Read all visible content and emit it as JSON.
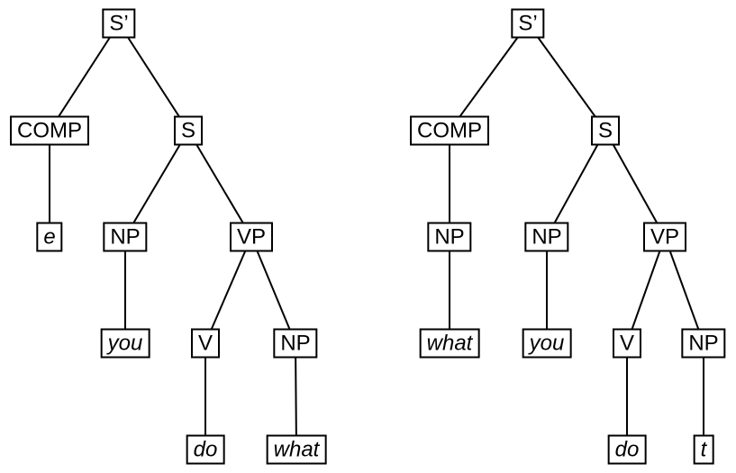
{
  "colors": {
    "background": "#ffffff",
    "stroke": "#000000",
    "text": "#000000"
  },
  "trees": [
    {
      "nodes": [
        {
          "label": "S’",
          "italic": false
        },
        {
          "label": "COMP",
          "italic": false
        },
        {
          "label": "S",
          "italic": false
        },
        {
          "label": "e",
          "italic": true
        },
        {
          "label": "NP",
          "italic": false
        },
        {
          "label": "VP",
          "italic": false
        },
        {
          "label": "you",
          "italic": true
        },
        {
          "label": "V",
          "italic": false
        },
        {
          "label": "NP",
          "italic": false
        },
        {
          "label": "do",
          "italic": true
        },
        {
          "label": "what",
          "italic": true
        }
      ],
      "edges": [
        [
          0,
          1
        ],
        [
          0,
          2
        ],
        [
          1,
          3
        ],
        [
          2,
          4
        ],
        [
          2,
          5
        ],
        [
          4,
          6
        ],
        [
          5,
          7
        ],
        [
          5,
          8
        ],
        [
          7,
          9
        ],
        [
          8,
          10
        ]
      ]
    },
    {
      "nodes": [
        {
          "label": "S’",
          "italic": false
        },
        {
          "label": "COMP",
          "italic": false
        },
        {
          "label": "S",
          "italic": false
        },
        {
          "label": "NP",
          "italic": false
        },
        {
          "label": "NP",
          "italic": false
        },
        {
          "label": "VP",
          "italic": false
        },
        {
          "label": "what",
          "italic": true
        },
        {
          "label": "you",
          "italic": true
        },
        {
          "label": "V",
          "italic": false
        },
        {
          "label": "NP",
          "italic": false
        },
        {
          "label": "do",
          "italic": true
        },
        {
          "label": "t",
          "italic": true
        }
      ],
      "edges": [
        [
          0,
          1
        ],
        [
          0,
          2
        ],
        [
          1,
          3
        ],
        [
          2,
          4
        ],
        [
          2,
          5
        ],
        [
          3,
          6
        ],
        [
          4,
          7
        ],
        [
          5,
          8
        ],
        [
          5,
          9
        ],
        [
          8,
          10
        ],
        [
          9,
          11
        ]
      ]
    }
  ]
}
